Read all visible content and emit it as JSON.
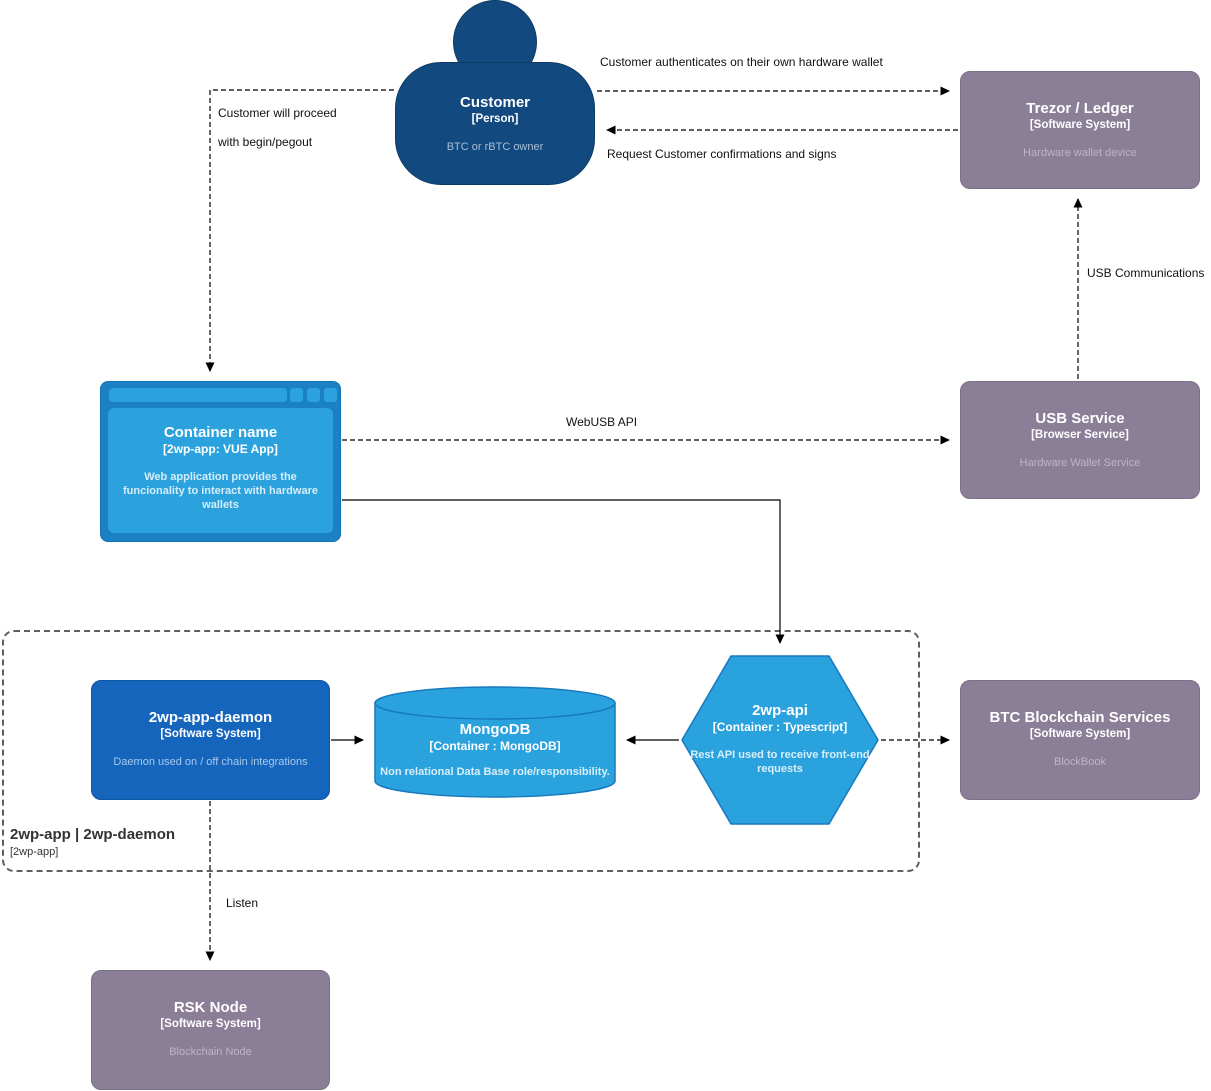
{
  "nodes": {
    "customer": {
      "title": "Customer",
      "subtitle": "[Person]",
      "description": "BTC or rBTC owner"
    },
    "trezor": {
      "title": "Trezor / Ledger",
      "subtitle": "[Software System]",
      "description": "Hardware wallet device"
    },
    "container": {
      "title": "Container name",
      "subtitle": "[2wp-app: VUE App]",
      "description": "Web application provides the funcionality to interact with hardware wallets"
    },
    "usb_service": {
      "title": "USB Service",
      "subtitle": "[Browser Service]",
      "description": "Hardware Wallet Service"
    },
    "daemon": {
      "title": "2wp-app-daemon",
      "subtitle": "[Software System]",
      "description": "Daemon used on / off chain integrations"
    },
    "mongodb": {
      "title": "MongoDB",
      "subtitle": "[Container : MongoDB]",
      "description": "Non relational Data Base role/responsibility."
    },
    "api": {
      "title": "2wp-api",
      "subtitle": "[Container : Typescript]",
      "description": "Rest API used to receive front-end requests"
    },
    "btc": {
      "title": "BTC Blockchain Services",
      "subtitle": "[Software System]",
      "description": "BlockBook"
    },
    "rsk": {
      "title": "RSK Node",
      "subtitle": "[Software System]",
      "description": "Blockchain Node"
    }
  },
  "boundary": {
    "title": "2wp-app | 2wp-daemon",
    "subtitle": "[2wp-app]"
  },
  "edge_labels": {
    "auth": "Customer authenticates on their own hardware wallet",
    "request_sign": "Request Customer confirmations and signs",
    "proceed_line1": "Customer will proceed",
    "proceed_line2": "with begin/pegout",
    "usb_comms": "USB Communications",
    "webusb": "WebUSB API",
    "listen": "Listen"
  },
  "colors": {
    "person_fill": "#12497E",
    "external_fill": "#8A7F97",
    "container_frame": "#1B80C4",
    "container_fill": "#2BA2DD",
    "daemon_fill": "#1565BD",
    "cylinder_fill": "#2AA2DE",
    "cylinder_border": "#1879BE",
    "edge_stroke": "#000000",
    "boundary_stroke": "#5F5F5F"
  }
}
